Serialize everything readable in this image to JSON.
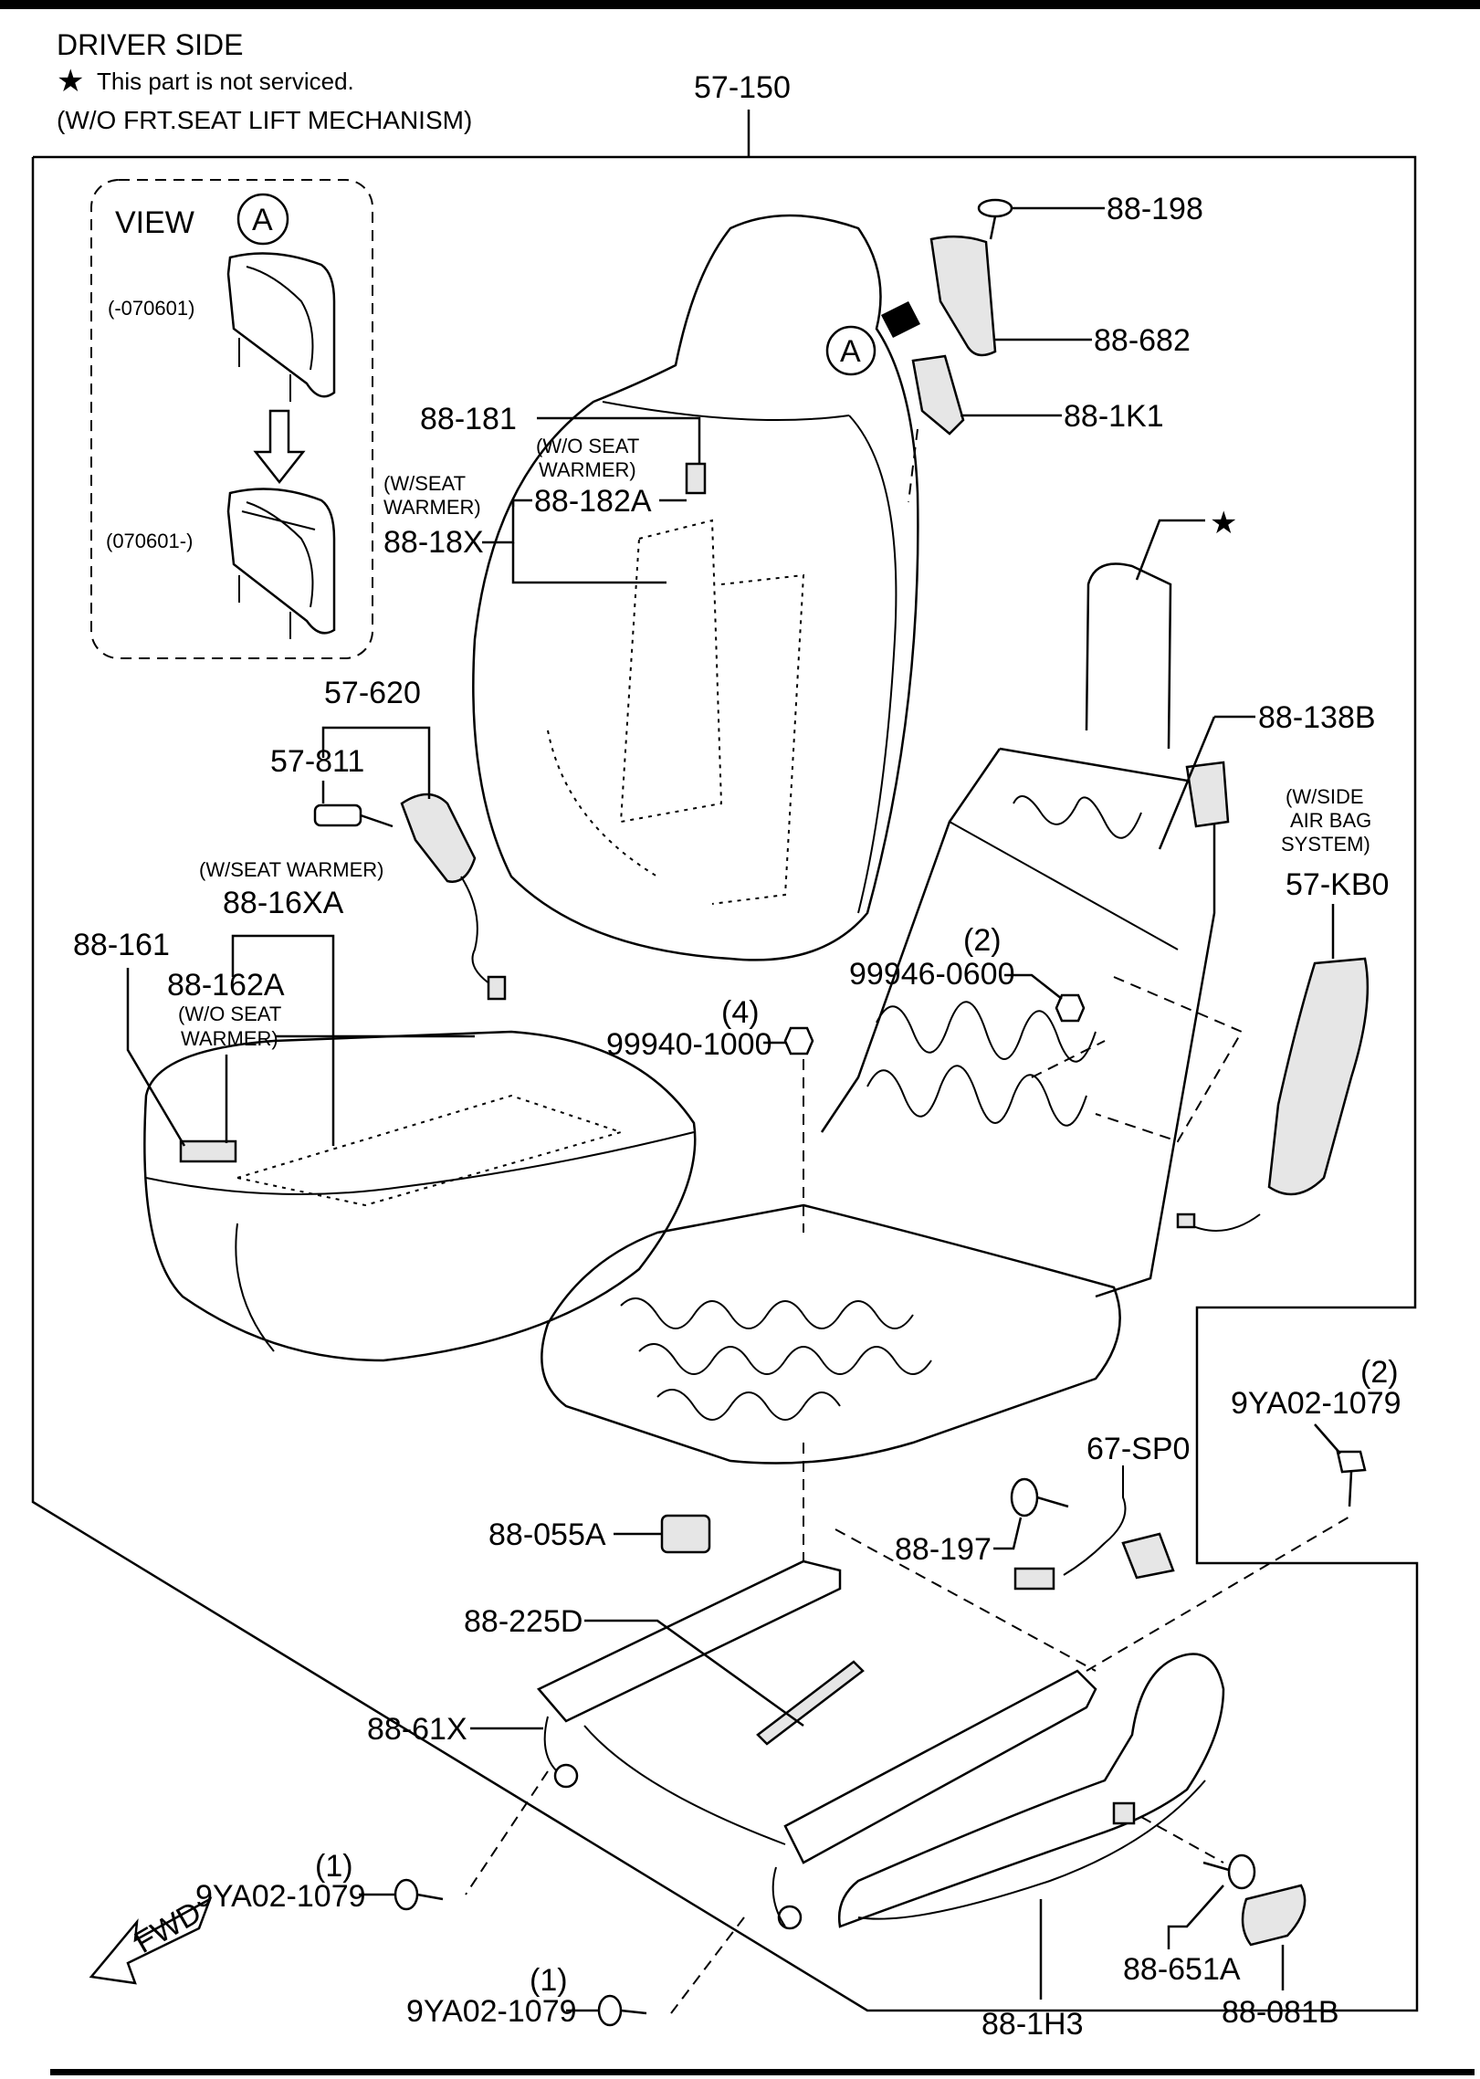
{
  "header": {
    "title": "DRIVER  SIDE",
    "legend_symbol": "★",
    "legend_text": "This part is not serviced.",
    "condition": "(W/O FRT.SEAT LIFT MECHANISM)"
  },
  "assembly_number": "57-150",
  "view_panel": {
    "view_label": "VIEW",
    "view_letter": "A",
    "before_label": "(-070601)",
    "after_label": "(070601-)"
  },
  "view_marker": "A",
  "notes": {
    "wo_seat_warmer_back_1": "(W/O SEAT",
    "wo_seat_warmer_back_2": "WARMER)",
    "w_seat_warmer_back_1": "(W/SEAT",
    "w_seat_warmer_back_2": "WARMER)",
    "w_seat_warmer_cushion": "(W/SEAT WARMER)",
    "wo_seat_warmer_cushion_1": "(W/O SEAT",
    "wo_seat_warmer_cushion_2": "WARMER)",
    "side_airbag_1": "(W/SIDE",
    "side_airbag_2": "AIR BAG",
    "side_airbag_3": "SYSTEM)"
  },
  "star": "★",
  "parts": {
    "p88_198": "88-198",
    "p88_682": "88-682",
    "p88_1K1": "88-1K1",
    "p88_181": "88-181",
    "p88_182A": "88-182A",
    "p88_18X": "88-18X",
    "p88_138B": "88-138B",
    "p57_KB0": "57-KB0",
    "p57_620": "57-620",
    "p57_811": "57-811",
    "p88_16XA": "88-16XA",
    "p88_161": "88-161",
    "p88_162A": "88-162A",
    "p99946_qty": "(2)",
    "p99946": "99946-0600",
    "p99940_qty": "(4)",
    "p99940": "99940-1000",
    "p9YA02_r_qty": "(2)",
    "p9YA02_r": "9YA02-1079",
    "p67_SP0": "67-SP0",
    "p88_055A": "88-055A",
    "p88_197": "88-197",
    "p88_225D": "88-225D",
    "p88_61X": "88-61X",
    "p9YA02_l1_qty": "(1)",
    "p9YA02_l1": "9YA02-1079",
    "p9YA02_l2_qty": "(1)",
    "p9YA02_l2": "9YA02-1079",
    "p88_651A": "88-651A",
    "p88_081B": "88-081B",
    "p88_1H3": "88-1H3"
  },
  "fwd_label": "FWD"
}
